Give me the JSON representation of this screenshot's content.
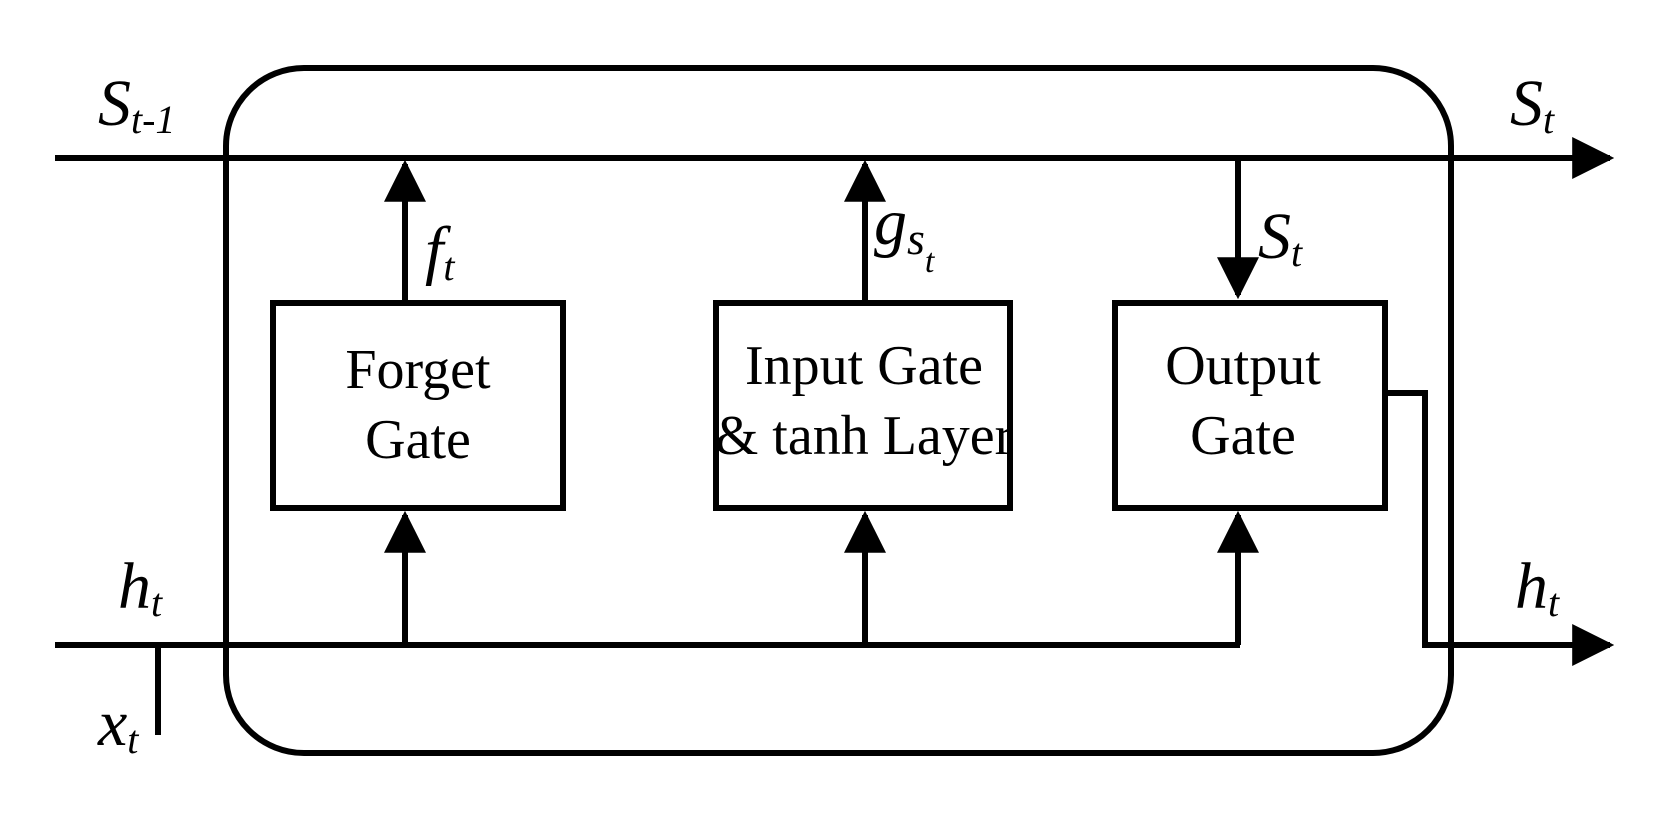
{
  "labels": {
    "s_prev": {
      "base": "S",
      "sub": "t-1"
    },
    "s_out_top": {
      "base": "S",
      "sub": "t"
    },
    "s_to_output": {
      "base": "S",
      "sub": "t"
    },
    "forget_signal": {
      "base": "f",
      "sub": "t"
    },
    "input_signal": {
      "base": "g",
      "sub": "s",
      "subsub": "t"
    },
    "h_in": {
      "base": "h",
      "sub": "t"
    },
    "h_out": {
      "base": "h",
      "sub": "t"
    },
    "x_in": {
      "base": "x",
      "sub": "t"
    }
  },
  "gates": {
    "forget": {
      "line1": "Forget",
      "line2": "Gate"
    },
    "input": {
      "line1": "Input Gate",
      "line2": "& tanh Layer"
    },
    "output": {
      "line1": "Output",
      "line2": "Gate"
    }
  },
  "colors": {
    "stroke": "#000000",
    "background": "#ffffff"
  }
}
